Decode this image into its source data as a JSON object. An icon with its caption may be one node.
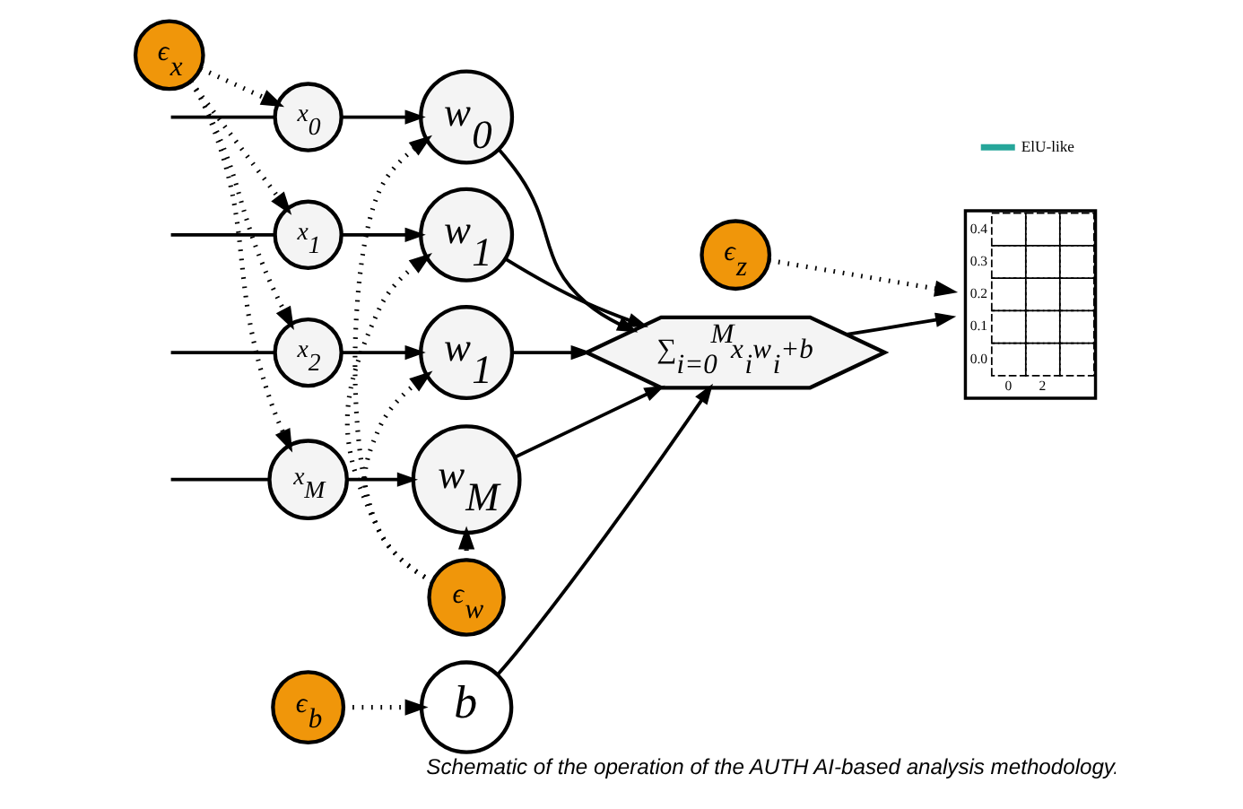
{
  "diagram": {
    "caption": "Schematic of the operation of the AUTH AI-based analysis methodology.",
    "nodes": [
      {
        "text": [
          "x$_{0}$"
        ]
      },
      {
        "text": [
          "x$_{1}$"
        ]
      },
      {
        "text": [
          "x$_{2}$"
        ]
      },
      {
        "text": [
          "x$_{M}$"
        ]
      },
      {
        "text": [
          "w$_{0}$"
        ]
      },
      {
        "text": [
          "w$_{1}$"
        ]
      },
      {
        "text": [
          "w$_{1}$"
        ]
      },
      {
        "text": [
          "w$_{M}$"
        ]
      },
      {
        "text": [
          "ϵ$_{b}$"
        ]
      },
      {
        "text": [
          "b"
        ]
      },
      {
        "text": [
          "∑$_{i=0}$$^{M}$x$_{i}$w$_{i}$+b"
        ]
      },
      {
        "text": [
          "0.4",
          "0.3",
          "0.2",
          "0.1",
          "0.0",
          "0",
          "2"
        ]
      },
      {
        "text": [
          "ϵ$_{z}$"
        ]
      },
      {
        "text": [
          "ϵ$_{x}$"
        ]
      },
      {
        "text": [
          "ϵ$_{w}$"
        ]
      }
    ],
    "edges": [
      {
        "from": null,
        "to": 0,
        "arrow": "none"
      },
      {
        "from": null,
        "to": 1,
        "arrow": "none"
      },
      {
        "from": null,
        "to": 2,
        "arrow": "none"
      },
      {
        "from": null,
        "to": 3,
        "arrow": "none"
      },
      {
        "from": 0,
        "to": 4,
        "arrow": "to"
      },
      {
        "from": 1,
        "to": 5,
        "arrow": "to"
      },
      {
        "from": 2,
        "to": 6,
        "arrow": "to"
      },
      {
        "from": 3,
        "to": 7,
        "arrow": "to"
      },
      {
        "from": 4,
        "to": 10,
        "arrow": "to"
      },
      {
        "from": 5,
        "to": 10,
        "arrow": "to"
      },
      {
        "from": 6,
        "to": 10,
        "arrow": "to"
      },
      {
        "from": 7,
        "to": 10,
        "arrow": "to"
      },
      {
        "from": 8,
        "to": 9,
        "arrow": "to",
        "style": "dashed"
      },
      {
        "from": 9,
        "to": 10,
        "arrow": "to"
      },
      {
        "from": 10,
        "to": 11,
        "arrow": "to"
      },
      {
        "from": 12,
        "to": 11,
        "arrow": "to",
        "style": "dashed"
      },
      {
        "from": 13,
        "to": 0,
        "arrow": "to",
        "style": "dashed"
      },
      {
        "from": 13,
        "to": 1,
        "arrow": "to",
        "style": "dashed"
      },
      {
        "from": 13,
        "to": 2,
        "arrow": "to",
        "style": "dashed"
      },
      {
        "from": 13,
        "to": 3,
        "arrow": "to",
        "style": "dashed"
      },
      {
        "from": 14,
        "to": 4,
        "arrow": "to",
        "style": "dashed"
      },
      {
        "from": 14,
        "to": 5,
        "arrow": "to",
        "style": "dashed"
      },
      {
        "from": 14,
        "to": 6,
        "arrow": "to",
        "style": "dashed"
      },
      {
        "from": 14,
        "to": 7,
        "arrow": "to",
        "style": "dashed"
      }
    ],
    "legend": [
      {
        "text": "ElU-like"
      }
    ]
  }
}
